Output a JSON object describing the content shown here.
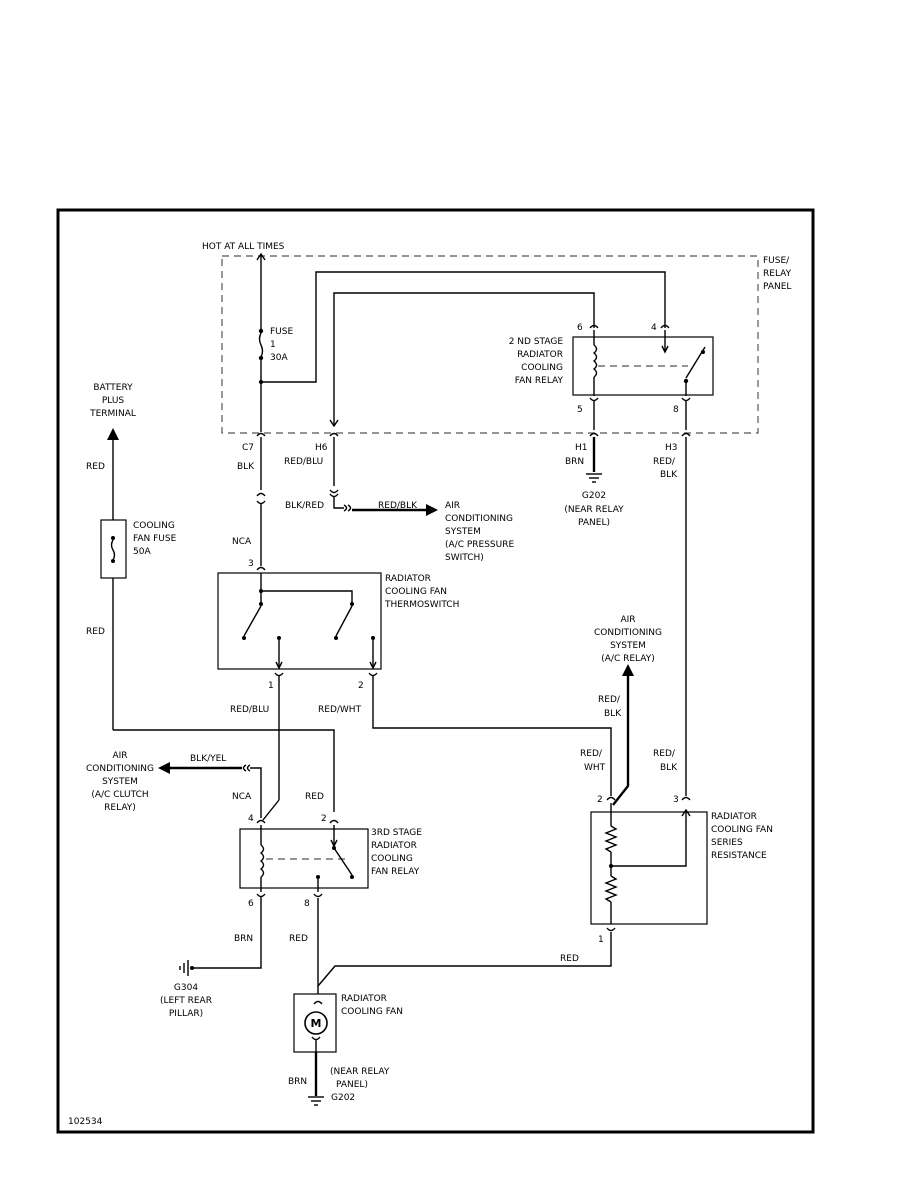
{
  "labels": {
    "hot_at_all_times": "HOT AT ALL TIMES",
    "fuse_panel_1": "FUSE/",
    "fuse_panel_2": "RELAY",
    "fuse_panel_3": "PANEL",
    "fuse_1": "FUSE",
    "fuse_2": "1",
    "fuse_3": "30A",
    "battery_1": "BATTERY",
    "battery_2": "PLUS",
    "battery_3": "TERMINAL",
    "relay2_1": "2 ND STAGE",
    "relay2_2": "RADIATOR",
    "relay2_3": "COOLING",
    "relay2_4": "FAN RELAY",
    "pin6_top": "6",
    "pin4_top": "4",
    "pin5": "5",
    "pin8_top": "8",
    "c7": "C7",
    "blk": "BLK",
    "h6": "H6",
    "red_blu_h6": "RED/BLU",
    "h1": "H1",
    "brn_h1": "BRN",
    "h3": "H3",
    "red_h3": "RED/",
    "blk_h3": "BLK",
    "g202_top": "G202",
    "near_relay_1": "(NEAR RELAY",
    "near_relay_2": "PANEL)",
    "red_batt": "RED",
    "blk_red": "BLK/RED",
    "red_blk_ac": "RED/BLK",
    "ac_press_1": "AIR",
    "ac_press_2": "CONDITIONING",
    "ac_press_3": "SYSTEM",
    "ac_press_4": "(A/C PRESSURE",
    "ac_press_5": "SWITCH)",
    "cool_fuse_1": "COOLING",
    "cool_fuse_2": "FAN FUSE",
    "cool_fuse_3": "50A",
    "nca_1": "NCA",
    "pin3_thermo": "3",
    "thermo_1": "RADIATOR",
    "thermo_2": "COOLING FAN",
    "thermo_3": "THERMOSWITCH",
    "red_left": "RED",
    "ac_relay_1": "AIR",
    "ac_relay_2": "CONDITIONING",
    "ac_relay_3": "SYSTEM",
    "ac_relay_4": "(A/C RELAY)",
    "pin1_thermo": "1",
    "pin2_thermo": "2",
    "red_blu_lower": "RED/BLU",
    "red_wht_lower": "RED/WHT",
    "red_blk_mid_1": "RED/",
    "red_blk_mid_2": "BLK",
    "red_wht_right_1": "RED/",
    "red_wht_right_2": "WHT",
    "red_blk_right_1": "RED/",
    "red_blk_right_2": "BLK",
    "ac_clutch_1": "AIR",
    "ac_clutch_2": "CONDITIONING",
    "ac_clutch_3": "SYSTEM",
    "ac_clutch_4": "(A/C CLUTCH",
    "ac_clutch_5": "RELAY)",
    "blk_yel": "BLK/YEL",
    "nca_2": "NCA",
    "red_relay3": "RED",
    "pin4_r3": "4",
    "pin2_r3": "2",
    "relay3_1": "3RD STAGE",
    "relay3_2": "RADIATOR",
    "relay3_3": "COOLING",
    "relay3_4": "FAN RELAY",
    "pin2_res": "2",
    "pin3_res": "3",
    "res_1": "RADIATOR",
    "res_2": "COOLING FAN",
    "res_3": "SERIES",
    "res_4": "RESISTANCE",
    "pin6_r3": "6",
    "pin8_r3": "8",
    "pin1_res": "1",
    "brn_g304": "BRN",
    "red_fan": "RED",
    "red_res": "RED",
    "g304": "G304",
    "left_rear_1": "(LEFT REAR",
    "left_rear_2": "PILLAR)",
    "fan_1": "RADIATOR",
    "fan_2": "COOLING FAN",
    "motor": "M",
    "near_relay_b1": "(NEAR RELAY",
    "near_relay_b2": "PANEL)",
    "brn_bottom": "BRN",
    "g202_bottom": "G202",
    "figure_id": "102534"
  }
}
